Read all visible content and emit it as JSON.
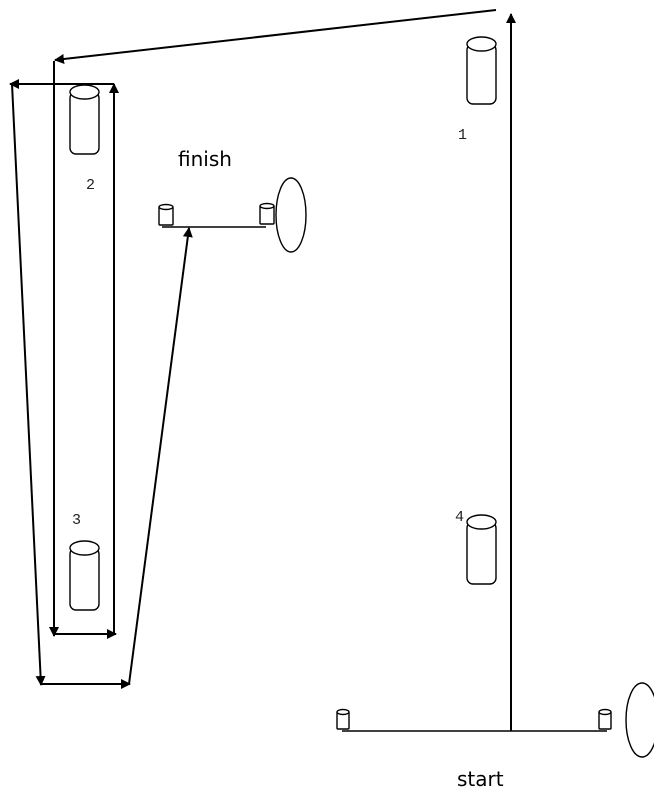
{
  "labels": {
    "finish": "finish",
    "start": "start",
    "pylon_1": "1",
    "pylon_2": "2",
    "pylon_3": "3",
    "pylon_4": "4"
  },
  "colors": {
    "line": "#000000",
    "background": "#ffffff"
  }
}
